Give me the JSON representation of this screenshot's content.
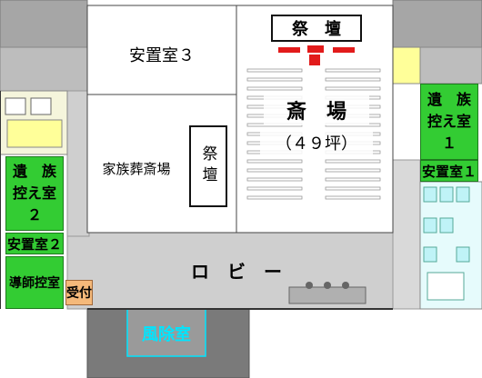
{
  "rooms": {
    "anchi3": "安置室３",
    "saidan_main": "祭　壇",
    "saijo_title": "斎　場",
    "saijo_size": "（４９坪）",
    "kazoku_saijo": "家族葬斎場",
    "saidan_small": "祭壇",
    "izoku1_line1": "遺　族",
    "izoku1_line2": "控え室１",
    "anchi1": "安置室１",
    "izoku2_line1": "遺　族",
    "izoku2_line2": "控え室２",
    "anchi2": "安置室２",
    "doshi": "導師控室",
    "uketsuke": "受付",
    "lobby": "ロ　ビ　ー",
    "fujoshitsu": "風除室"
  },
  "colors": {
    "grey_block": "#a6a6a6",
    "lobby_floor": "#cfcfcf",
    "room_green": "#33cc33",
    "corridor_yellow": "#ffff99",
    "reception_orange": "#f5b97a",
    "windbreak_dark": "#7a7a7a",
    "windbreak_text": "#00e5ff",
    "fixture_cyan": "#bff3f7",
    "altar_red": "#e21b1b"
  }
}
